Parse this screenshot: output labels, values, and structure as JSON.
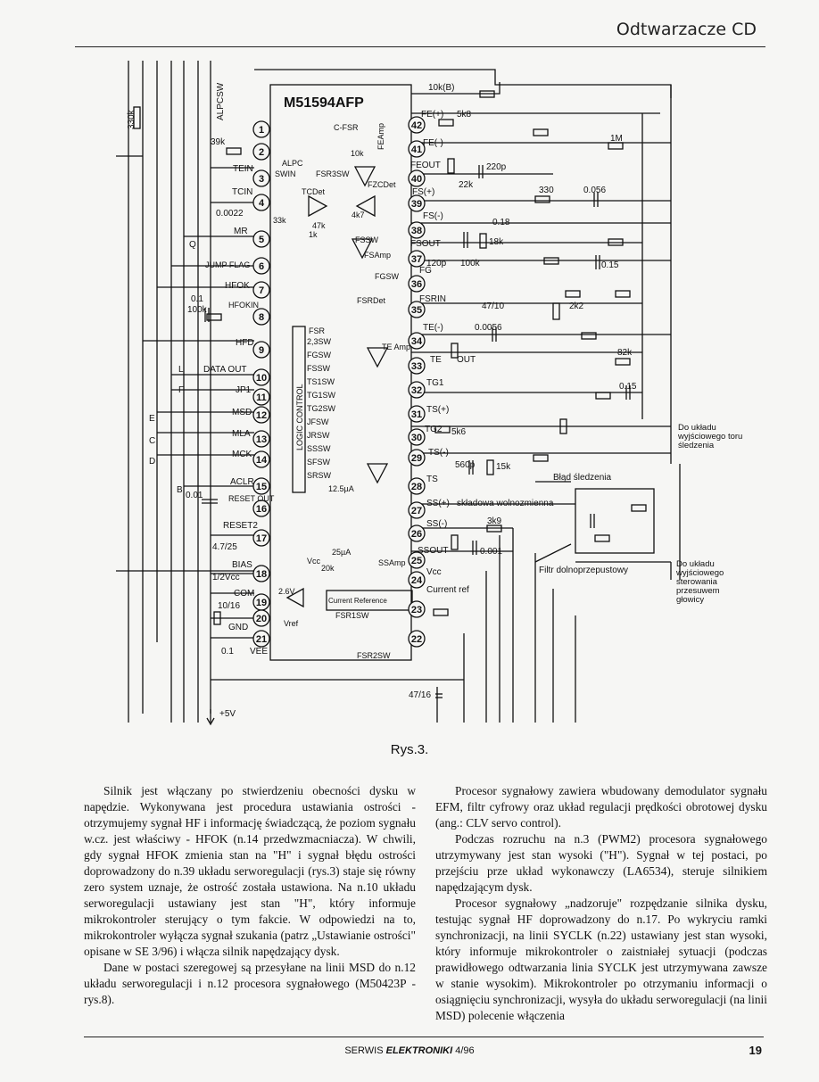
{
  "header": {
    "title": "Odtwarzacze CD"
  },
  "figure": {
    "caption": "Rys.3.",
    "chip_name": "M51594AFP",
    "labels": {
      "alpcsw": "ALPCSW",
      "r330k": "330k",
      "r39k": "39k",
      "tein": "TEIN",
      "tcin": "TCIN",
      "c0022": "0.0022",
      "mr": "MR",
      "q": "Q",
      "jumpflag": "JUMP FLAG",
      "hfok": "HFOK",
      "c01": "0.1",
      "r100k": "100k",
      "hfokin": "HFOKIN",
      "hfd": "HFD",
      "l": "L",
      "dataout": "DATA OUT",
      "f": "F",
      "jp1": "JP1",
      "e": "E",
      "msd": "MSD",
      "c": "C",
      "mla": "MLA",
      "d": "D",
      "mck": "MCK",
      "b": "B",
      "aclr": "ACLR",
      "c001": "0.01",
      "resetout": "RESET OUT",
      "reset2": "RESET2",
      "c4725": "4.7/25",
      "bias": "BIAS",
      "halfvcc": "1/2Vcc",
      "com": "COM",
      "c1016": "10/16",
      "gnd": "GND",
      "c01b": "0.1",
      "vee": "VEE",
      "p5v": "+5V",
      "cfsr": "C-FSR",
      "alpc": "ALPC",
      "swin": "SWIN",
      "fsr3sw": "FSR3SW",
      "fzcdet": "FZCDet",
      "feamp": "FEAmp",
      "r10k": "10k",
      "tcdet": "TCDet",
      "r33k": "33k",
      "r47k": "47k",
      "r1k": "1k",
      "r4k7": "4k7",
      "fssw": "FSSW",
      "fsamp": "FSAmp",
      "fgsw": "FGSW",
      "fsrdet": "FSRDet",
      "logic": "LOGIC CONTROL",
      "fsr": "FSR",
      "sw23": "2,3SW",
      "fgswl": "FGSW",
      "fsswl": "FSSW",
      "ts1sw": "TS1SW",
      "tg1sw": "TG1SW",
      "tg2sw": "TG2SW",
      "jfsw": "JFSW",
      "jrsw": "JRSW",
      "sssw": "SSSW",
      "sfsw": "SFSW",
      "srsw": "SRSW",
      "i125": "12.5µA",
      "i25": "25µA",
      "vcc": "Vcc",
      "r20k": "20k",
      "v26": "2.6V",
      "vref": "Vref",
      "curref": "Current Reference",
      "fsr1sw": "FSR1SW",
      "fsr2sw": "FSR2SW",
      "ssamp": "SSAmp",
      "teamp": "TE Amp",
      "r10kb": "10k(B)",
      "fep": "FE(+)",
      "r5k8": "5k8",
      "fem": "FE(-)",
      "feout": "FEOUT",
      "c220p": "220p",
      "r22k": "22k",
      "fsp": "FS(+)",
      "fsm": "FS(-)",
      "fsout": "FSOUT",
      "c120p": "120p",
      "r100kb": "100k",
      "r18k": "18k",
      "fg": "FG",
      "fsrin": "FSRIN",
      "c4710": "47/10",
      "r2k2": "2k2",
      "tem": "TE(-)",
      "c0056": "0.0056",
      "te": "TE",
      "out": "OUT",
      "tg1": "TG1",
      "tsp": "TS(+)",
      "tg2": "TG2",
      "r5k6": "5k6",
      "tsm": "TS(-)",
      "c560p": "560p",
      "r15k": "15k",
      "ts": "TS",
      "ssp": "SS(+)",
      "ssm": "SS(-)",
      "r3k9": "3k9",
      "ssout": "SSOUT",
      "c0001": "0.001",
      "vccp": "Vcc",
      "curr": "Current ref",
      "c4716": "47/16",
      "r1m": "1M",
      "c0056b": "0.056",
      "r330": "330",
      "c018": "0.18",
      "c015": "0.15",
      "r82k": "82k",
      "c015b": "0.15",
      "skl": "składowa wolnozmienna",
      "blad": "Błąd śledzenia",
      "filtr": "Filtr dolnoprzepustowy",
      "do1": "Do układu wyjściowego toru śledzenia",
      "do2": "Do układu wyjściowego sterowania przesuwem głowicy"
    }
  },
  "body": {
    "left": [
      "Silnik jest włączany po stwierdzeniu obecności dysku w napędzie. Wykonywana jest procedura ustawiania ostrości - otrzymujemy sygnał HF i informację świadczącą, że poziom sygnału w.cz. jest właściwy - HFOK (n.14 przedwzmacniacza). W chwili, gdy sygnał HFOK zmienia stan na \"H\" i sygnał błędu ostrości doprowadzony do n.39 układu serworegulacji (rys.3) staje się równy zero system uznaje, że ostrość została ustawiona. Na n.10 układu serworegulacji ustawiany jest stan \"H\", który informuje mikrokontroler sterujący o tym fakcie. W odpowiedzi na to, mikrokontroler wyłącza sygnał szukania (patrz „Ustawianie ostrości\" opisane w SE 3/96) i włącza silnik napędzający dysk.",
      "Dane w postaci szeregowej są przesyłane na linii MSD do n.12 układu serworegulacji i n.12 procesora sygnałowego (M50423P - rys.8)."
    ],
    "right": [
      "Procesor sygnałowy zawiera wbudowany demodulator sygnału EFM, filtr cyfrowy oraz układ regulacji prędkości obrotowej dysku (ang.: CLV servo control).",
      "Podczas rozruchu na n.3 (PWM2) procesora sygnałowego utrzymywany jest stan wysoki (\"H\"). Sygnał w tej postaci, po przejściu prze układ wykonawczy (LA6534), steruje silnikiem napędzającym dysk.",
      "Procesor sygnałowy „nadzoruje\" rozpędzanie silnika dysku, testując sygnał HF doprowadzony do n.17. Po wykryciu ramki synchronizacji, na linii SYCLK (n.22) ustawiany jest stan wysoki, który informuje mikrokontroler o zaistniałej sytuacji (podczas prawidłowego odtwarzania linia SYCLK jest utrzymywana zawsze w stanie wysokim). Mikrokontroler po otrzymaniu informacji o osiągnięciu synchronizacji, wysyła do układu serworegulacji (na linii MSD) polecenie włączenia"
    ]
  },
  "footer": {
    "magazine_prefix": "SERWIS ",
    "magazine_name": "ELEKTRONIKI",
    "issue": "4/96",
    "page": "19"
  }
}
